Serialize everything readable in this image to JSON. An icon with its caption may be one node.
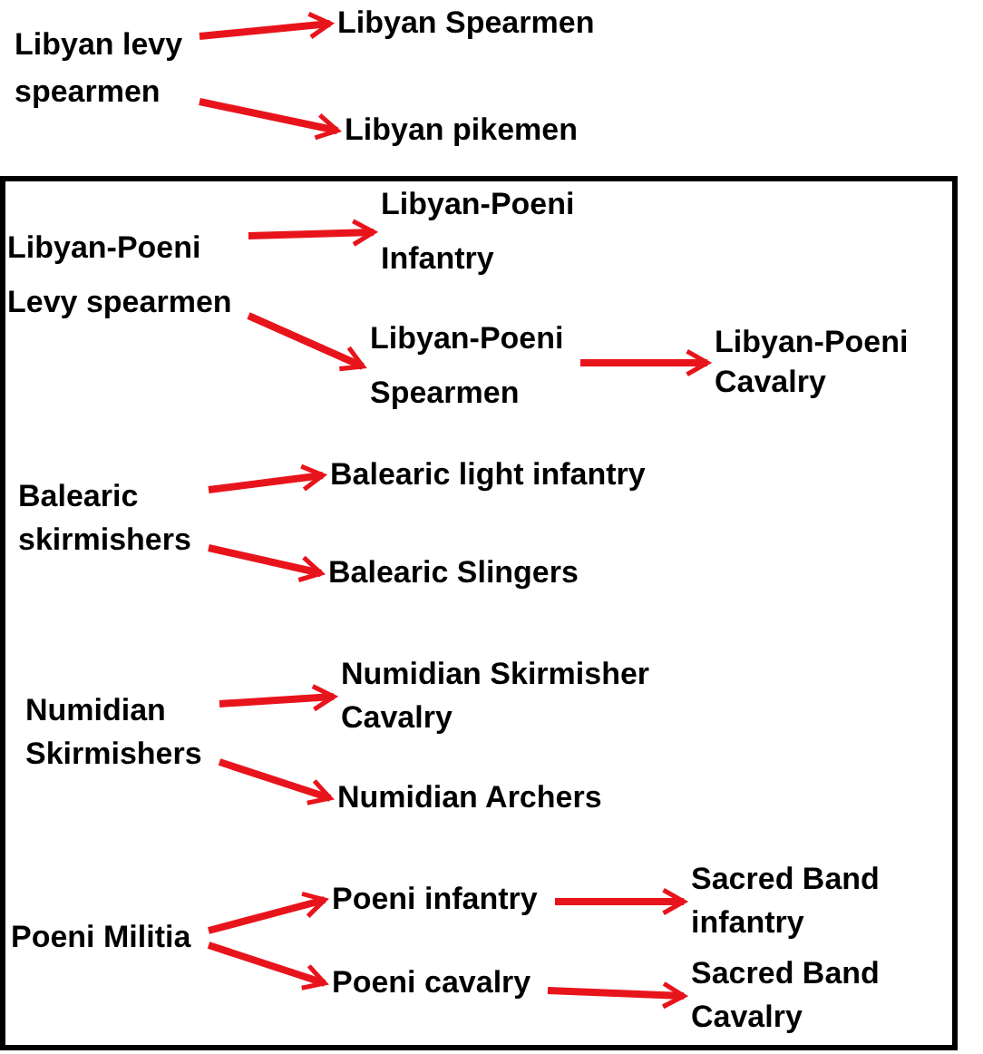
{
  "diagram": {
    "nodes": [
      {
        "text": [
          "Libyan levy spearmen"
        ]
      },
      {
        "text": [
          "Libyan Spearmen"
        ]
      },
      {
        "text": [
          "Libyan pikemen"
        ]
      },
      {
        "text": [],
        "shape": "box"
      },
      {
        "text": [
          "Libyan-Poeni Levy spearmen"
        ],
        "in": 3
      },
      {
        "text": [
          "Libyan-Poeni Infantry"
        ],
        "in": 3
      },
      {
        "text": [
          "Libyan-Poeni Spearmen"
        ],
        "in": 3
      },
      {
        "text": [
          "Libyan-Poeni Cavalry"
        ],
        "in": 3
      },
      {
        "text": [
          "Balearic skirmishers"
        ],
        "in": 3
      },
      {
        "text": [
          "Balearic light infantry"
        ],
        "in": 3
      },
      {
        "text": [
          "Balearic Slingers"
        ],
        "in": 3
      },
      {
        "text": [
          "Numidian Skirmishers"
        ],
        "in": 3
      },
      {
        "text": [
          "Numidian Skirmisher Cavalry"
        ],
        "in": 3
      },
      {
        "text": [
          "Numidian Archers"
        ],
        "in": 3
      },
      {
        "text": [
          "Poeni Militia"
        ],
        "in": 3
      },
      {
        "text": [
          "Poeni infantry"
        ],
        "in": 3
      },
      {
        "text": [
          "Sacred Band infantry"
        ],
        "in": 3
      },
      {
        "text": [
          "Poeni cavalry"
        ],
        "in": 3
      },
      {
        "text": [
          "Sacred Band Cavalry"
        ],
        "in": 3
      }
    ],
    "edges": [
      {
        "from": 0,
        "to": 1,
        "arrow": "to"
      },
      {
        "from": 0,
        "to": 2,
        "arrow": "to"
      },
      {
        "from": 4,
        "to": 5,
        "arrow": "to"
      },
      {
        "from": 4,
        "to": 6,
        "arrow": "to"
      },
      {
        "from": 6,
        "to": 7,
        "arrow": "to"
      },
      {
        "from": 8,
        "to": 9,
        "arrow": "to"
      },
      {
        "from": 8,
        "to": 10,
        "arrow": "to"
      },
      {
        "from": 11,
        "to": 12,
        "arrow": "to"
      },
      {
        "from": 11,
        "to": 13,
        "arrow": "to"
      },
      {
        "from": 14,
        "to": 15,
        "arrow": "to"
      },
      {
        "from": 14,
        "to": 17,
        "arrow": "to"
      },
      {
        "from": 15,
        "to": 16,
        "arrow": "to"
      },
      {
        "from": 17,
        "to": 18,
        "arrow": "to"
      }
    ]
  }
}
